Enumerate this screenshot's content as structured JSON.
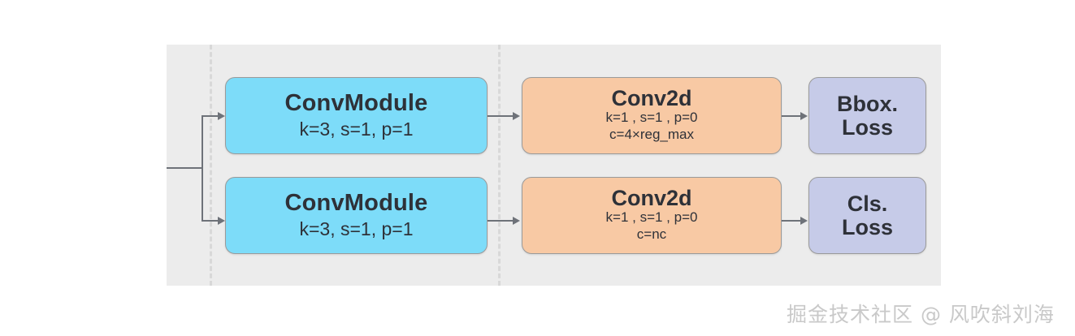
{
  "diagram": {
    "type": "neural-network-head-architecture",
    "stages": [
      "input",
      "feature-branch",
      "prediction",
      "loss"
    ],
    "nodes": {
      "conv_module_top": {
        "title": "ConvModule",
        "sub1": "k=3, s=1, p=1",
        "color": "#7ddcf9"
      },
      "conv_module_bottom": {
        "title": "ConvModule",
        "sub1": "k=3, s=1, p=1",
        "color": "#7ddcf9"
      },
      "conv2d_top": {
        "title": "Conv2d",
        "sub1": "k=1 , s=1 , p=0",
        "sub2": "c=4×reg_max",
        "color": "#f8c9a4"
      },
      "conv2d_bottom": {
        "title": "Conv2d",
        "sub1": "k=1 , s=1 , p=0",
        "sub2": "c=nc",
        "color": "#f8c9a4"
      },
      "loss_top": {
        "line1": "Bbox.",
        "line2": "Loss",
        "color": "#c6cbe8"
      },
      "loss_bottom": {
        "line1": "Cls.",
        "line2": "Loss",
        "color": "#c6cbe8"
      }
    },
    "edges": [
      {
        "from": "input",
        "to": "conv_module_top"
      },
      {
        "from": "input",
        "to": "conv_module_bottom"
      },
      {
        "from": "conv_module_top",
        "to": "conv2d_top"
      },
      {
        "from": "conv_module_bottom",
        "to": "conv2d_bottom"
      },
      {
        "from": "conv2d_top",
        "to": "loss_top"
      },
      {
        "from": "conv2d_bottom",
        "to": "loss_bottom"
      }
    ],
    "panel_background": "#ececec",
    "edge_color": "#6e7279"
  },
  "watermark": {
    "text": "掘金技术社区 @ 风吹斜刘海",
    "color": "#c9c9c9"
  }
}
